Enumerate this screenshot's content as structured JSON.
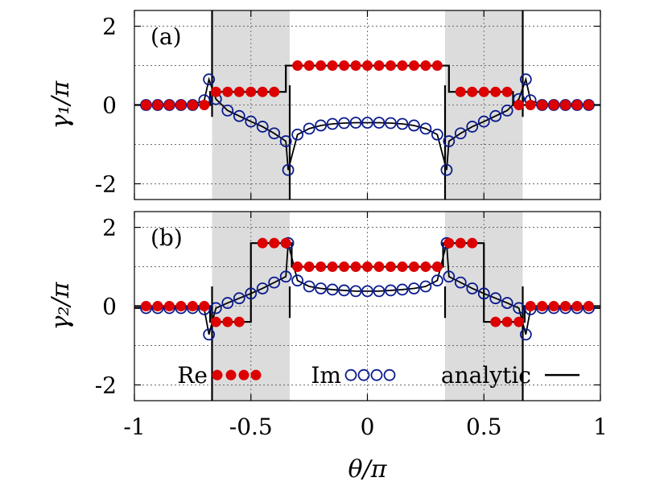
{
  "chart_data": [
    {
      "type": "scatter",
      "panel_label": "(a)",
      "ylabel": "γ₁/π",
      "xlim": [
        -1,
        1
      ],
      "ylim": [
        -2.4,
        2.4
      ],
      "xticks": [
        -1,
        -0.5,
        0,
        0.5,
        1
      ],
      "yticks": [
        -2,
        0,
        2
      ],
      "ytick_labels": [
        "-2",
        "0",
        "2"
      ],
      "grid": true,
      "shaded_regions": [
        [
          -0.6667,
          -0.3333
        ],
        [
          0.3333,
          0.6667
        ]
      ],
      "series": [
        {
          "name": "Re",
          "marker": "filled-circle",
          "color": "#dd0000",
          "x": [
            -0.95,
            -0.9,
            -0.85,
            -0.8,
            -0.75,
            -0.7,
            -0.65,
            -0.6,
            -0.55,
            -0.5,
            -0.45,
            -0.4,
            -0.3,
            -0.25,
            -0.2,
            -0.15,
            -0.1,
            -0.05,
            0,
            0.05,
            0.1,
            0.15,
            0.2,
            0.25,
            0.3,
            0.4,
            0.45,
            0.5,
            0.55,
            0.6,
            0.65,
            0.7,
            0.75,
            0.8,
            0.85,
            0.9,
            0.95
          ],
          "y": [
            0,
            0,
            0,
            0,
            0,
            0,
            0.333,
            0.333,
            0.333,
            0.333,
            0.333,
            0.333,
            1,
            1,
            1,
            1,
            1,
            1,
            1,
            1,
            1,
            1,
            1,
            1,
            1,
            0.333,
            0.333,
            0.333,
            0.333,
            0.333,
            0,
            0,
            0,
            0,
            0,
            0,
            0
          ]
        },
        {
          "name": "Im",
          "marker": "open-circle",
          "color": "#0a1a8c",
          "x": [
            -0.95,
            -0.9,
            -0.85,
            -0.8,
            -0.75,
            -0.7,
            -0.68,
            -0.65,
            -0.6,
            -0.55,
            -0.5,
            -0.45,
            -0.4,
            -0.35,
            -0.34,
            -0.3,
            -0.25,
            -0.2,
            -0.15,
            -0.1,
            -0.05,
            0,
            0.05,
            0.1,
            0.15,
            0.2,
            0.25,
            0.3,
            0.34,
            0.35,
            0.4,
            0.45,
            0.5,
            0.55,
            0.6,
            0.65,
            0.68,
            0.7,
            0.75,
            0.8,
            0.85,
            0.9,
            0.95
          ],
          "y": [
            0,
            0,
            0,
            0,
            0,
            0.12,
            0.65,
            0.15,
            -0.14,
            -0.28,
            -0.42,
            -0.55,
            -0.72,
            -0.92,
            -1.65,
            -0.75,
            -0.6,
            -0.52,
            -0.48,
            -0.46,
            -0.45,
            -0.45,
            -0.45,
            -0.46,
            -0.48,
            -0.52,
            -0.6,
            -0.75,
            -1.65,
            -0.92,
            -0.72,
            -0.55,
            -0.42,
            -0.28,
            -0.14,
            0.15,
            0.65,
            0.12,
            0,
            0,
            0,
            0,
            0
          ]
        }
      ]
    },
    {
      "type": "scatter",
      "panel_label": "(b)",
      "ylabel": "γ₂/π",
      "xlim": [
        -1,
        1
      ],
      "ylim": [
        -2.4,
        2.4
      ],
      "xticks": [
        -1,
        -0.5,
        0,
        0.5,
        1
      ],
      "yticks": [
        -2,
        0,
        2
      ],
      "ytick_labels": [
        "-2",
        "0",
        "2"
      ],
      "grid": true,
      "shaded_regions": [
        [
          -0.6667,
          -0.3333
        ],
        [
          0.3333,
          0.6667
        ]
      ],
      "xlabel": "θ/π",
      "xtick_labels": [
        "-1",
        "-0.5",
        "0",
        "0.5",
        "1"
      ],
      "legend_position": "bottom",
      "legend": [
        {
          "label": "Re",
          "marker": "filled-circle"
        },
        {
          "label": "Im",
          "marker": "open-circle"
        },
        {
          "label": "analytic",
          "marker": "line"
        }
      ],
      "series": [
        {
          "name": "Re",
          "marker": "filled-circle",
          "color": "#dd0000",
          "x": [
            -0.95,
            -0.9,
            -0.85,
            -0.8,
            -0.75,
            -0.7,
            -0.65,
            -0.6,
            -0.55,
            -0.45,
            -0.4,
            -0.35,
            -0.3,
            -0.25,
            -0.2,
            -0.15,
            -0.1,
            -0.05,
            0,
            0.05,
            0.1,
            0.15,
            0.2,
            0.25,
            0.3,
            0.35,
            0.4,
            0.45,
            0.55,
            0.6,
            0.65,
            0.7,
            0.75,
            0.8,
            0.85,
            0.9,
            0.95
          ],
          "y": [
            0,
            0,
            0,
            0,
            0,
            0,
            -0.4,
            -0.4,
            -0.4,
            1.6,
            1.6,
            1.6,
            1,
            1,
            1,
            1,
            1,
            1,
            1,
            1,
            1,
            1,
            1,
            1,
            1,
            1.6,
            1.6,
            1.6,
            -0.4,
            -0.4,
            -0.4,
            0,
            0,
            0,
            0,
            0,
            0
          ]
        },
        {
          "name": "Im",
          "marker": "open-circle",
          "color": "#0a1a8c",
          "x": [
            -0.95,
            -0.9,
            -0.85,
            -0.8,
            -0.75,
            -0.7,
            -0.68,
            -0.65,
            -0.6,
            -0.55,
            -0.5,
            -0.45,
            -0.4,
            -0.35,
            -0.34,
            -0.3,
            -0.25,
            -0.2,
            -0.15,
            -0.1,
            -0.05,
            0,
            0.05,
            0.1,
            0.15,
            0.2,
            0.25,
            0.3,
            0.34,
            0.35,
            0.4,
            0.45,
            0.5,
            0.55,
            0.6,
            0.65,
            0.68,
            0.7,
            0.75,
            0.8,
            0.85,
            0.9,
            0.95
          ],
          "y": [
            -0.05,
            -0.05,
            -0.05,
            -0.05,
            -0.05,
            -0.08,
            -0.72,
            -0.05,
            0.08,
            0.2,
            0.32,
            0.45,
            0.6,
            0.75,
            1.6,
            0.65,
            0.5,
            0.45,
            0.42,
            0.4,
            0.38,
            0.38,
            0.38,
            0.4,
            0.42,
            0.45,
            0.5,
            0.65,
            1.6,
            0.75,
            0.6,
            0.45,
            0.32,
            0.2,
            0.08,
            -0.05,
            -0.72,
            -0.08,
            -0.05,
            -0.05,
            -0.05,
            -0.05,
            -0.05
          ]
        }
      ]
    }
  ]
}
